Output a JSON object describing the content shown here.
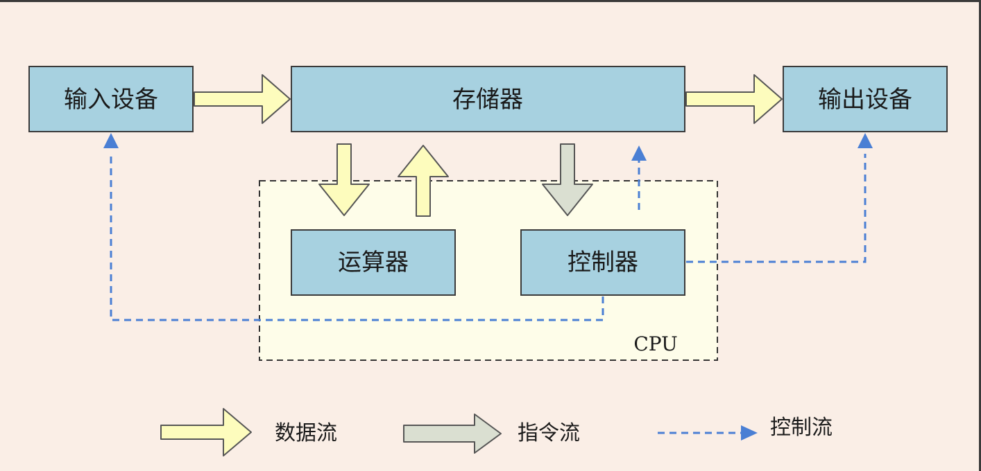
{
  "nodes": {
    "input_device": "输入设备",
    "memory": "存储器",
    "output_device": "输出设备",
    "alu": "运算器",
    "controller": "控制器",
    "cpu_label": "CPU"
  },
  "legend": {
    "data_flow": "数据流",
    "instruction_flow": "指令流",
    "control_flow": "控制流"
  },
  "colors": {
    "box_fill": "#a7d1e0",
    "data_arrow": "#fdfcbd",
    "instruction_arrow": "#dadfd1",
    "control_line": "#4a7fd4",
    "cpu_fill": "#fefde9"
  }
}
